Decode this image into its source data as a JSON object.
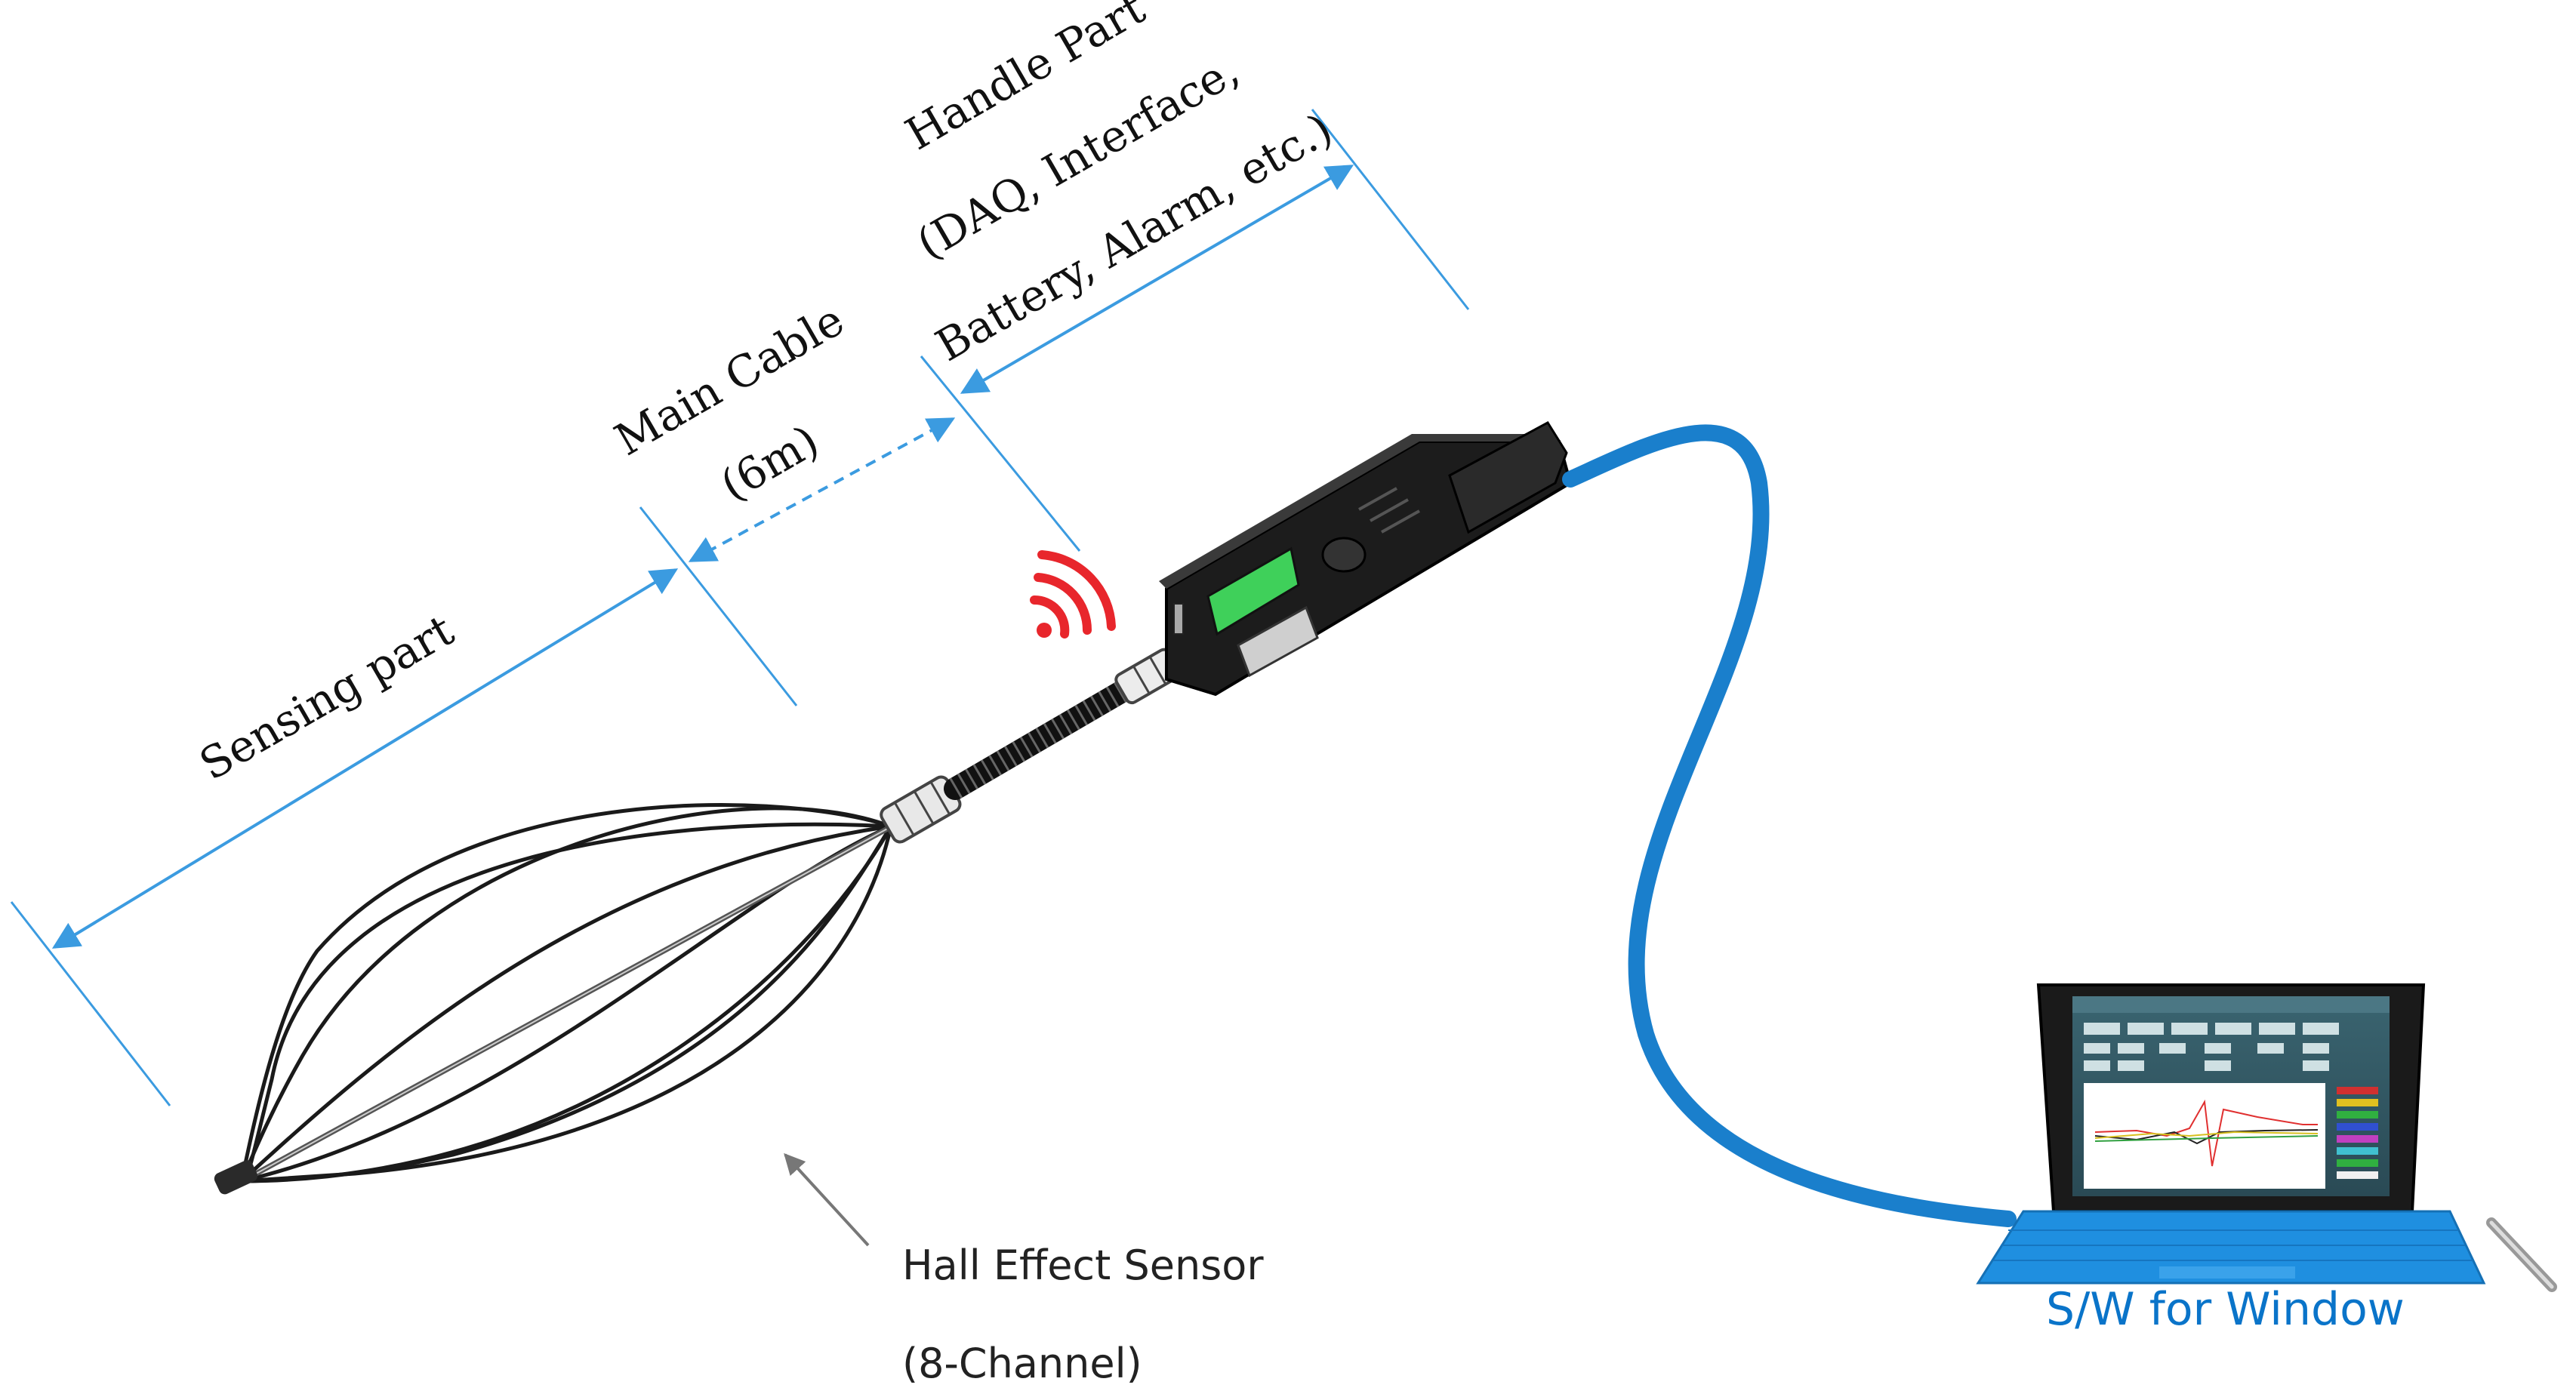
{
  "labels": {
    "handle_line1": "Handle Part",
    "handle_line2": "(DAQ, Interface,",
    "handle_line3": "Battery, Alarm, etc.)",
    "cable_line1": "Main Cable",
    "cable_line2": "(6m)",
    "sensing": "Sensing part",
    "hall_line1": "Hall Effect Sensor",
    "hall_line2": "(8-Channel)",
    "software": "S/W for Window"
  },
  "colors": {
    "dimension_line": "#3b9be0",
    "cable": "#1a7fcc",
    "wifi": "#e8262c",
    "laptop_keyboard": "#1f8fe0",
    "label_blue": "#0a74c9",
    "device_body": "#1c1c1c",
    "display": "#3fd05a"
  },
  "icons": [
    "wifi-signal-icon",
    "laptop-icon",
    "stylus-icon"
  ]
}
